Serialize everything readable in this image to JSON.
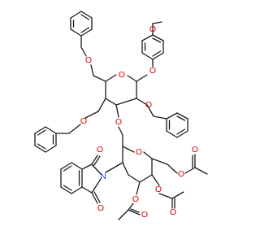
{
  "molecule": {
    "atom_labels": {
      "o_methoxy": "O",
      "o_glycosidic_aryl": "O",
      "o_benzyl_top": "O",
      "o_ring_a": "O",
      "o_benzyl_c2": "O",
      "o_benzyl_c4": "O",
      "o_interglycosidic": "O",
      "o_ring_b": "O",
      "o_acetyl_c6": "O",
      "o_acetyl_c6_carbonyl": "O",
      "n_phthalimide": "N",
      "o_phthalimide_top": "O",
      "o_phthalimide_bottom": "O",
      "o_acetyl_c4": "O",
      "o_acetyl_c4_carbonyl": "O",
      "o_acetyl_c3": "O",
      "o_acetyl_c3_carbonyl": "O"
    },
    "colors": {
      "bond": "#1a1a1a",
      "oxygen": "#e00000",
      "nitrogen": "#1f3fff",
      "background": "#ffffff"
    }
  }
}
